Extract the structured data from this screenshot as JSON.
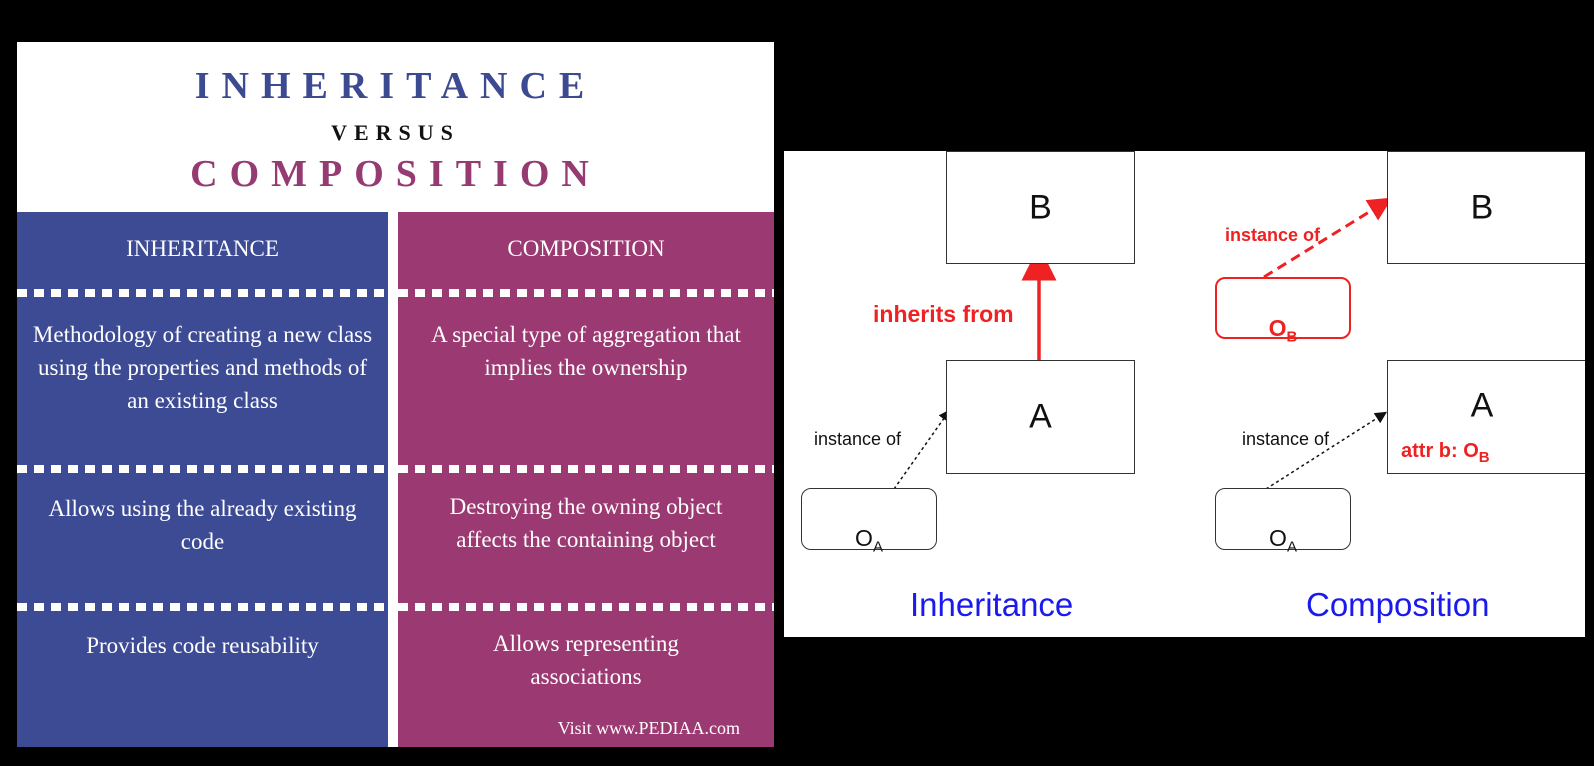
{
  "infographic": {
    "title_top": "INHERITANCE",
    "title_mid": "VERSUS",
    "title_bottom": "COMPOSITION",
    "left_column": {
      "header": "INHERITANCE",
      "rows": [
        "Methodology of creating a new class using the properties and methods of an existing class",
        "Allows using the already existing code",
        "Provides code reusability"
      ]
    },
    "right_column": {
      "header": "COMPOSITION",
      "rows": [
        "A special type of aggregation that implies the ownership",
        "Destroying the owning object affects the containing object",
        "Allows representing associations"
      ]
    },
    "footer": "Visit www.PEDIAA.com",
    "colors": {
      "inheritance": "#3d4b95",
      "composition": "#9b3a72"
    }
  },
  "diagram": {
    "inheritance": {
      "class_b": "B",
      "class_a": "A",
      "relation_label": "inherits from",
      "instance_label": "instance of",
      "object_main": "O",
      "object_sub": "A",
      "caption": "Inheritance"
    },
    "composition": {
      "class_b": "B",
      "class_a": "A",
      "instance_label_top": "instance of",
      "instance_label_bottom": "instance of",
      "owned_object_main": "O",
      "owned_object_sub": "B",
      "attr_main": "attr b: O",
      "attr_sub": "B",
      "object_main": "O",
      "object_sub": "A",
      "caption": "Composition"
    },
    "colors": {
      "relation": "#ee2222",
      "caption": "#1a1aee"
    }
  }
}
